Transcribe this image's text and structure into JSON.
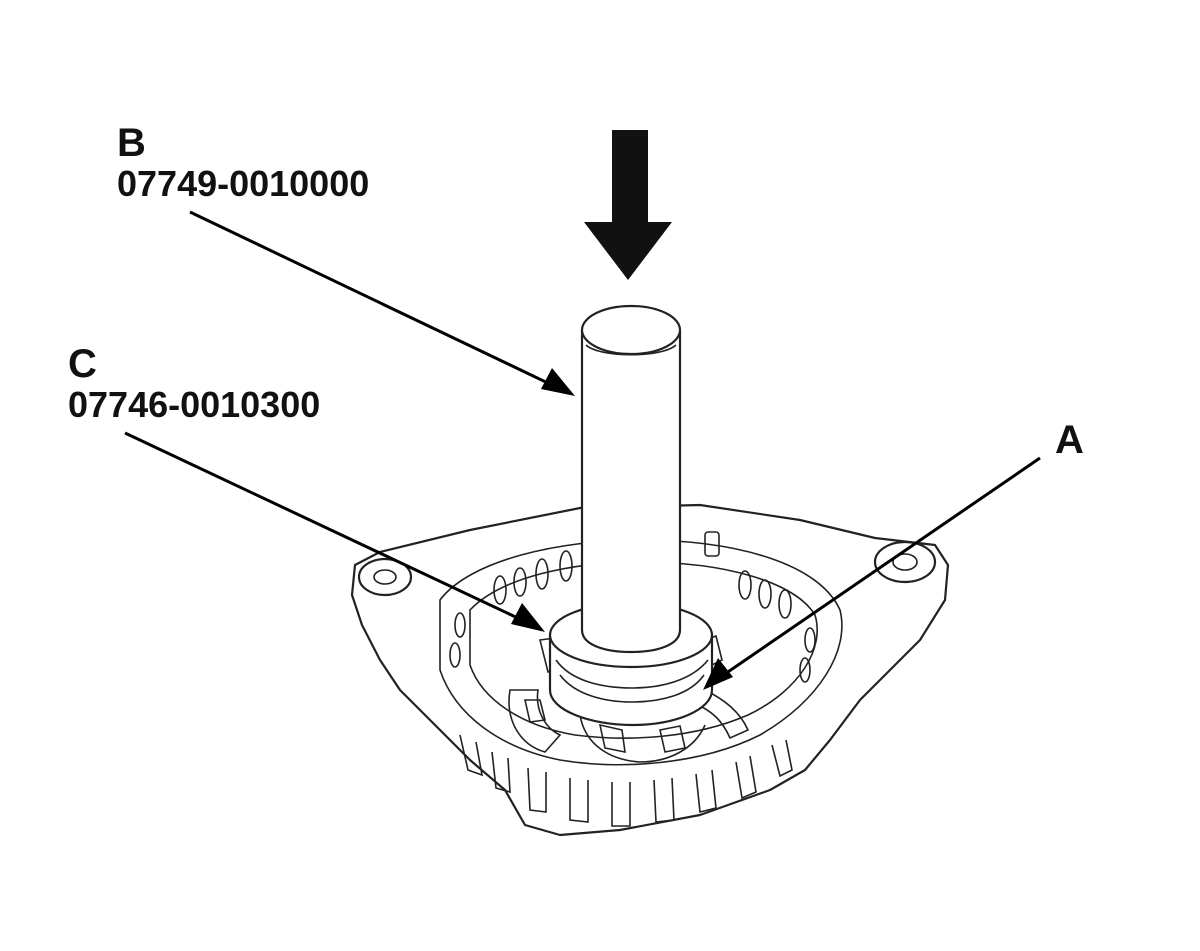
{
  "callouts": {
    "a": {
      "letter": "A"
    },
    "b": {
      "letter": "B",
      "part_number": "07749-0010000"
    },
    "c": {
      "letter": "C",
      "part_number": "07746-0010300"
    }
  },
  "colors": {
    "line": "#222222",
    "arrow": "#111111",
    "background": "#ffffff"
  }
}
